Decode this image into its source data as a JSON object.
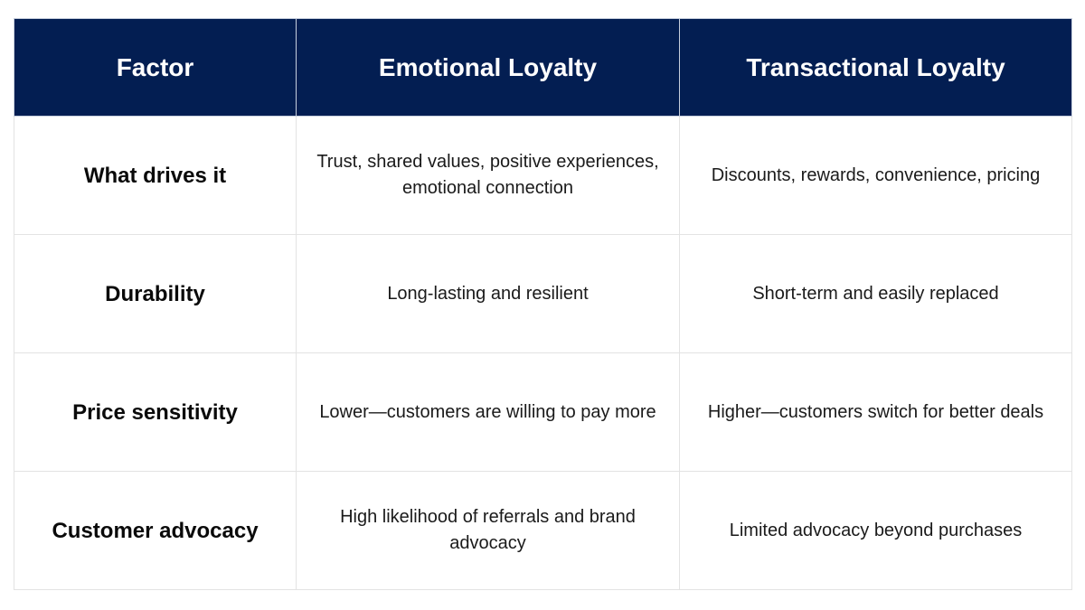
{
  "table": {
    "headers": [
      "Factor",
      "Emotional Loyalty",
      "Transactional Loyalty"
    ],
    "rows": [
      {
        "factor": "What drives it",
        "emotional": "Trust, shared values, positive experiences, emotional connection",
        "transactional": "Discounts, rewards, convenience, pricing"
      },
      {
        "factor": "Durability",
        "emotional": "Long-lasting and resilient",
        "transactional": "Short-term and easily replaced"
      },
      {
        "factor": "Price sensitivity",
        "emotional": "Lower—customers are willing to pay more",
        "transactional": "Higher—customers switch for better deals"
      },
      {
        "factor": "Customer advocacy",
        "emotional": "High likelihood of referrals and brand advocacy",
        "transactional": "Limited advocacy beyond purchases"
      }
    ]
  },
  "colors": {
    "header_background": "#031e52",
    "header_text": "#ffffff",
    "border": "#e3e3e3"
  }
}
